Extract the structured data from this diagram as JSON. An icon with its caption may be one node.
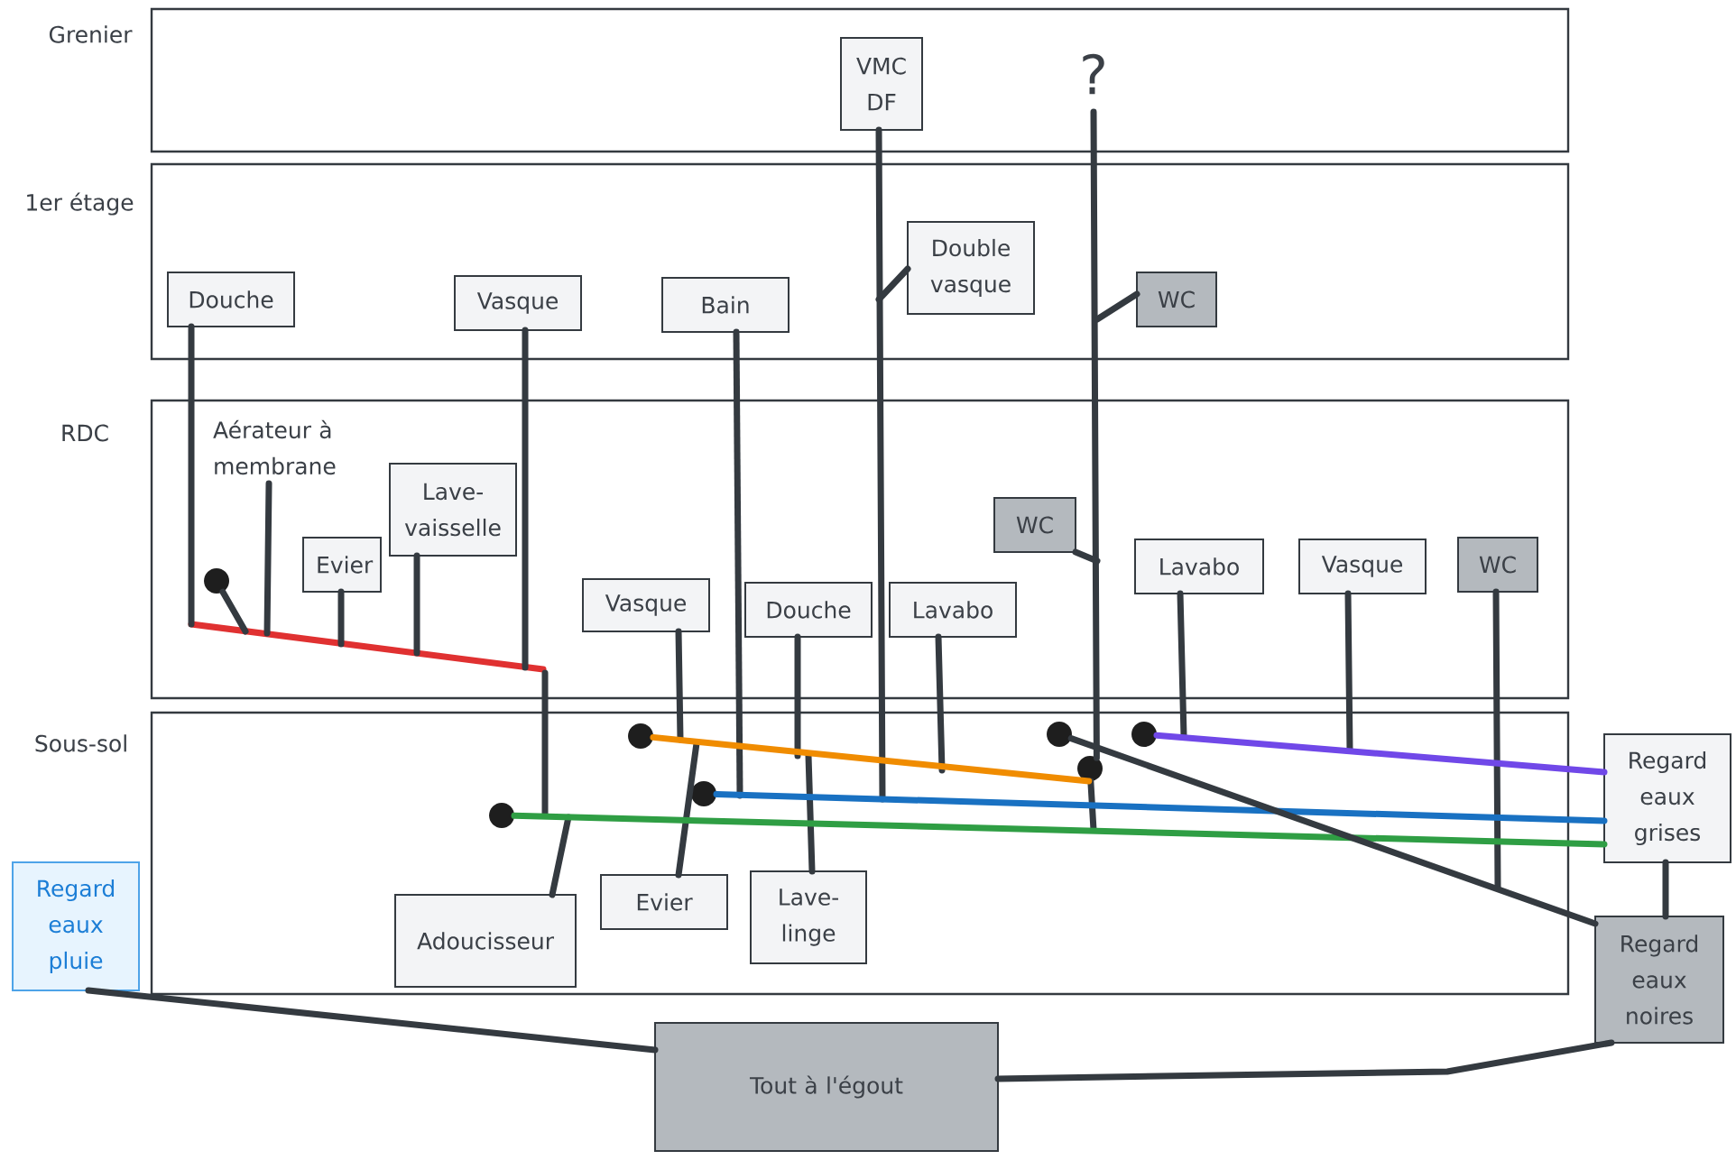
{
  "diagram": {
    "nodes": [
      {
        "text": [
          "Grenier"
        ]
      },
      {
        "text": [
          "VMC DF"
        ],
        "in": 0
      },
      {
        "text": [
          "?"
        ],
        "in": 0
      },
      {
        "text": [
          "1er étage"
        ]
      },
      {
        "text": [
          "Douche"
        ],
        "in": 3
      },
      {
        "text": [
          "Vasque"
        ],
        "in": 3
      },
      {
        "text": [
          "Bain"
        ],
        "in": 3
      },
      {
        "text": [
          "Double vasque"
        ],
        "in": 3
      },
      {
        "text": [
          "WC"
        ],
        "in": 3
      },
      {
        "text": [
          "RDC"
        ]
      },
      {
        "text": [
          "Aérateur à membrane"
        ],
        "in": 9
      },
      {
        "text": [],
        "shape": "circle",
        "in": 9
      },
      {
        "text": [
          "Evier"
        ],
        "in": 9
      },
      {
        "text": [
          "Lave-vaisselle"
        ],
        "in": 9
      },
      {
        "text": [
          "Vasque"
        ],
        "in": 9
      },
      {
        "text": [
          "Douche"
        ],
        "in": 9
      },
      {
        "text": [
          "Lavabo"
        ],
        "in": 9
      },
      {
        "text": [
          "WC"
        ],
        "in": 9
      },
      {
        "text": [
          "Lavabo"
        ],
        "in": 9
      },
      {
        "text": [
          "Vasque"
        ],
        "in": 9
      },
      {
        "text": [
          "WC"
        ],
        "in": 9
      },
      {
        "text": [
          "Sous-sol"
        ]
      },
      {
        "text": [],
        "shape": "circle",
        "in": 21
      },
      {
        "text": [],
        "shape": "circle",
        "in": 21
      },
      {
        "text": [],
        "shape": "circle",
        "in": 21
      },
      {
        "text": [],
        "shape": "circle",
        "in": 21
      },
      {
        "text": [],
        "shape": "circle",
        "in": 21
      },
      {
        "text": [],
        "shape": "circle",
        "in": 21
      },
      {
        "text": [
          "Adoucisseur"
        ],
        "in": 21
      },
      {
        "text": [
          "Evier"
        ],
        "in": 21
      },
      {
        "text": [
          "Lave-linge"
        ],
        "in": 21
      },
      {
        "text": [
          "Regard eaux grises"
        ]
      },
      {
        "text": [
          "Regard eaux pluie"
        ]
      },
      {
        "text": [
          "Regard eaux noires"
        ]
      },
      {
        "text": [
          "Tout à l'égout"
        ]
      }
    ],
    "edges": [
      {
        "from": 1,
        "to": null,
        "arrow": "none"
      },
      {
        "from": 2,
        "to": 26,
        "arrow": "none"
      },
      {
        "from": 4,
        "to": null,
        "arrow": "none"
      },
      {
        "from": 5,
        "to": null,
        "arrow": "none"
      },
      {
        "from": 6,
        "to": null,
        "arrow": "none"
      },
      {
        "from": 7,
        "to": null,
        "arrow": "none"
      },
      {
        "from": 8,
        "to": null,
        "arrow": "none"
      },
      {
        "from": 10,
        "to": null,
        "arrow": "none"
      },
      {
        "from": 11,
        "to": null,
        "arrow": "none"
      },
      {
        "from": 12,
        "to": null,
        "arrow": "none"
      },
      {
        "from": 13,
        "to": null,
        "arrow": "none"
      },
      {
        "from": 14,
        "to": null,
        "arrow": "none"
      },
      {
        "from": 15,
        "to": null,
        "arrow": "none"
      },
      {
        "from": 16,
        "to": null,
        "arrow": "none"
      },
      {
        "from": 17,
        "to": null,
        "arrow": "none"
      },
      {
        "from": 18,
        "to": null,
        "arrow": "none"
      },
      {
        "from": 19,
        "to": null,
        "arrow": "none"
      },
      {
        "from": 20,
        "to": null,
        "arrow": "none"
      },
      {
        "from": 26,
        "to": null,
        "arrow": "none"
      },
      {
        "from": 28,
        "to": null,
        "arrow": "none"
      },
      {
        "from": 29,
        "to": null,
        "arrow": "none"
      },
      {
        "from": 30,
        "to": null,
        "arrow": "none"
      },
      {
        "from": 22,
        "to": 31,
        "arrow": "none",
        "color": "#2f9e44"
      },
      {
        "from": 23,
        "to": 26,
        "arrow": "none",
        "color": "#f08c00"
      },
      {
        "from": 24,
        "to": 31,
        "arrow": "none",
        "color": "#1971c2"
      },
      {
        "from": 25,
        "to": 33,
        "arrow": "none"
      },
      {
        "from": 27,
        "to": 31,
        "arrow": "none",
        "color": "#7048e8"
      },
      {
        "from": 31,
        "to": 33,
        "arrow": "none"
      },
      {
        "from": 33,
        "to": 34,
        "arrow": "none"
      },
      {
        "from": 32,
        "to": 34,
        "arrow": "none"
      }
    ]
  }
}
